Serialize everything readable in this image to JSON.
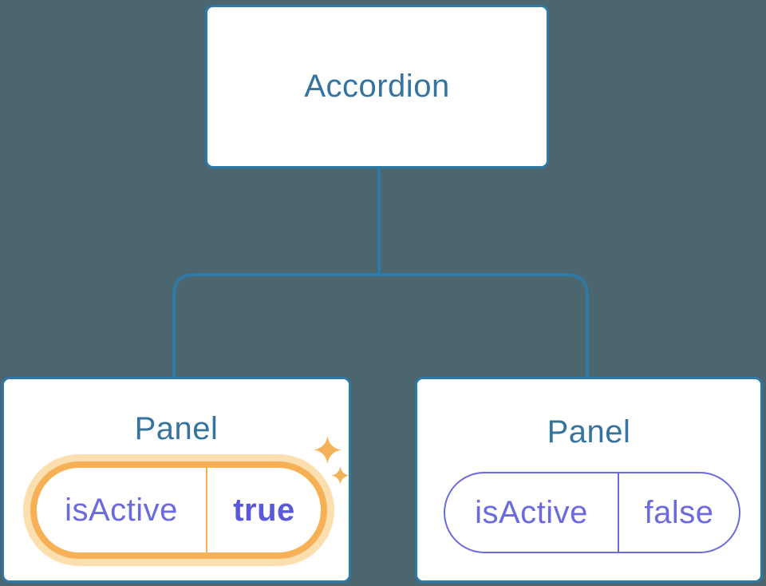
{
  "colors": {
    "background": "#4C6670",
    "line-blue": "#2E79A6",
    "text-blue": "#35749E",
    "purple": "#6B6ADF",
    "purple-bold": "#5B59D8",
    "orange": "#F6B156",
    "orange-halo": "#FBDFAF",
    "orange-divider": "#F3AF58",
    "sparkle": "#F3B259",
    "node-bg": "#FFFFFF"
  },
  "tree": {
    "root": {
      "label": "Accordion"
    },
    "panels": [
      {
        "title": "Panel",
        "prop_name": "isActive",
        "prop_value": "true",
        "state": "active",
        "highlighted": true
      },
      {
        "title": "Panel",
        "prop_name": "isActive",
        "prop_value": "false",
        "state": "inactive",
        "highlighted": false
      }
    ]
  }
}
